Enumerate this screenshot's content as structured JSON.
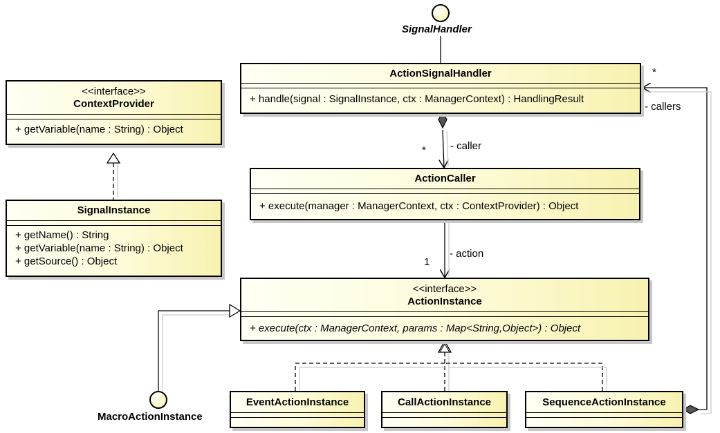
{
  "interfaces": {
    "signal_handler": "SignalHandler",
    "macro_action_instance": "MacroActionInstance"
  },
  "classes": {
    "action_signal_handler": {
      "name": "ActionSignalHandler",
      "op1": "+ handle(signal : SignalInstance, ctx : ManagerContext) : HandlingResult"
    },
    "context_provider": {
      "stereotype": "<<interface>>",
      "name": "ContextProvider",
      "op1": "+ getVariable(name : String) : Object"
    },
    "signal_instance": {
      "name": "SignalInstance",
      "op1": "+ getName() : String",
      "op2": "+ getVariable(name : String) : Object",
      "op3": "+ getSource() : Object"
    },
    "action_caller": {
      "name": "ActionCaller",
      "op1": "+ execute(manager : ManagerContext, ctx : ContextProvider) : Object"
    },
    "action_instance": {
      "stereotype": "<<interface>>",
      "name": "ActionInstance",
      "op1": "+ execute(ctx : ManagerContext, params : Map<String,Object>) : Object"
    },
    "event_action_instance": {
      "name": "EventActionInstance"
    },
    "call_action_instance": {
      "name": "CallActionInstance"
    },
    "sequence_action_instance": {
      "name": "SequenceActionInstance"
    }
  },
  "associations": {
    "caller_role": "- caller",
    "caller_multiplicity": "*",
    "action_role": "- action",
    "action_multiplicity": "1",
    "callers_role": "- callers",
    "callers_multiplicity": "*"
  }
}
